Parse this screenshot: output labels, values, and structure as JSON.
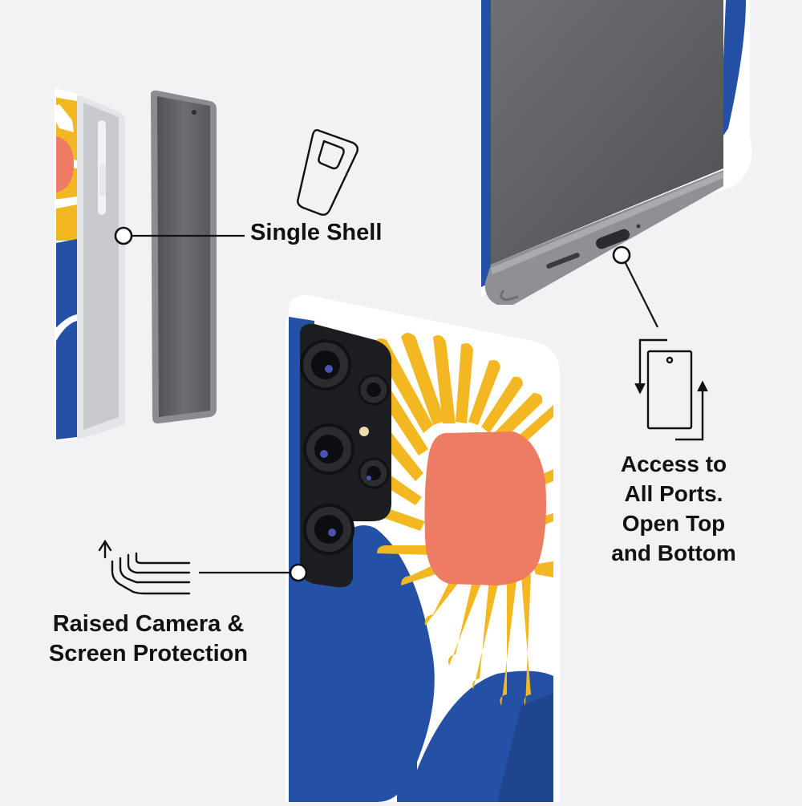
{
  "features": {
    "single_shell": {
      "label": "Single Shell",
      "icon": "phone-case-icon"
    },
    "ports": {
      "lines": [
        "Access to",
        "All Ports.",
        "Open Top",
        "and Bottom"
      ],
      "icon": "phone-ports-icon"
    },
    "protection": {
      "lines": [
        "Raised Camera &",
        "Screen Protection"
      ],
      "icon": "raised-edge-icon"
    }
  },
  "colors": {
    "background": "#f2f2f4",
    "case_blue": "#2450a6",
    "petal_yellow": "#f3b821",
    "sun_coral": "#ee7c63",
    "case_white": "#ffffff",
    "screen_gray": "#5e6064"
  }
}
